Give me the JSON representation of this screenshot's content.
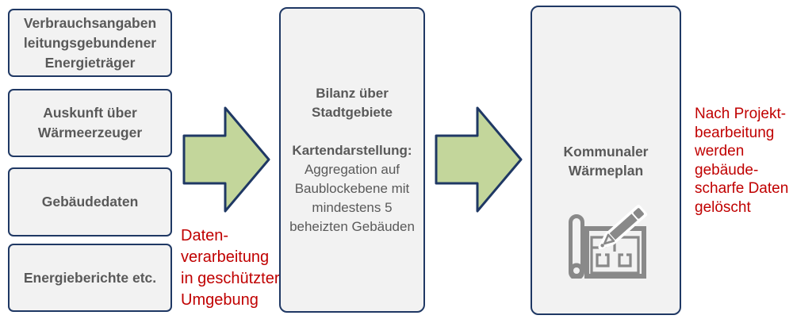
{
  "diagram": {
    "inputs": [
      {
        "label": "Verbrauchsangaben\nleitungsgebundener\nEnergieträger"
      },
      {
        "label": "Auskunft über\nWärmeerzeuger"
      },
      {
        "label": "Gebäudedaten"
      },
      {
        "label": "Energieberichte etc."
      }
    ],
    "process": {
      "title": "Bilanz über\nStadtgebiete",
      "subtitle": "Kartendarstellung:",
      "body": "Aggregation auf\nBaublockebene mit\nmindestens 5\nbeheizten Gebäuden"
    },
    "output": {
      "title": "Kommunaler\nWärmeplan",
      "icon": "blueprint-floorplan-pencil-icon"
    },
    "annotations": {
      "left": "Daten-\nverarbeitung\nin geschützter\nUmgebung",
      "right": "Nach Projekt-\nbearbeitung\nwerden\ngebäude-\nscharfe Daten\ngelöscht"
    },
    "colors": {
      "box_background": "#F2F2F2",
      "box_border": "#1F3864",
      "box_text": "#595959",
      "arrow_fill": "#C3D69B",
      "arrow_border": "#1F3864",
      "annotation_text": "#C00000",
      "icon_gray": "#898989"
    }
  }
}
